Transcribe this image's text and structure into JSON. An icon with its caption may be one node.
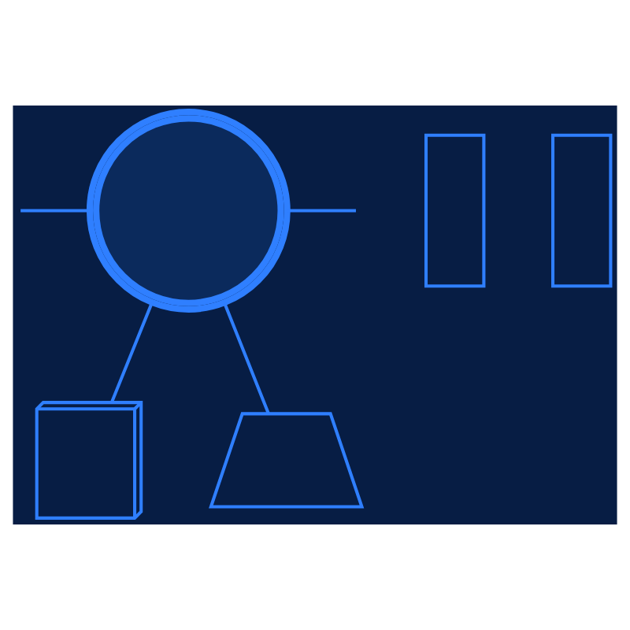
{
  "diagram": {
    "nodes": [
      {
        "text": [],
        "shape": "cloud"
      },
      {
        "text": [],
        "shape": "box"
      },
      {
        "text": [],
        "shape": "box"
      },
      {
        "text": [],
        "shape": "server"
      },
      {
        "text": [],
        "shape": "laptop"
      }
    ],
    "edges": [
      {
        "from": null,
        "to": 0,
        "arrow": "none"
      },
      {
        "from": 0,
        "to": null,
        "arrow": "none"
      },
      {
        "from": 0,
        "to": 3,
        "arrow": "none"
      },
      {
        "from": 0,
        "to": 4,
        "arrow": "none"
      }
    ]
  }
}
